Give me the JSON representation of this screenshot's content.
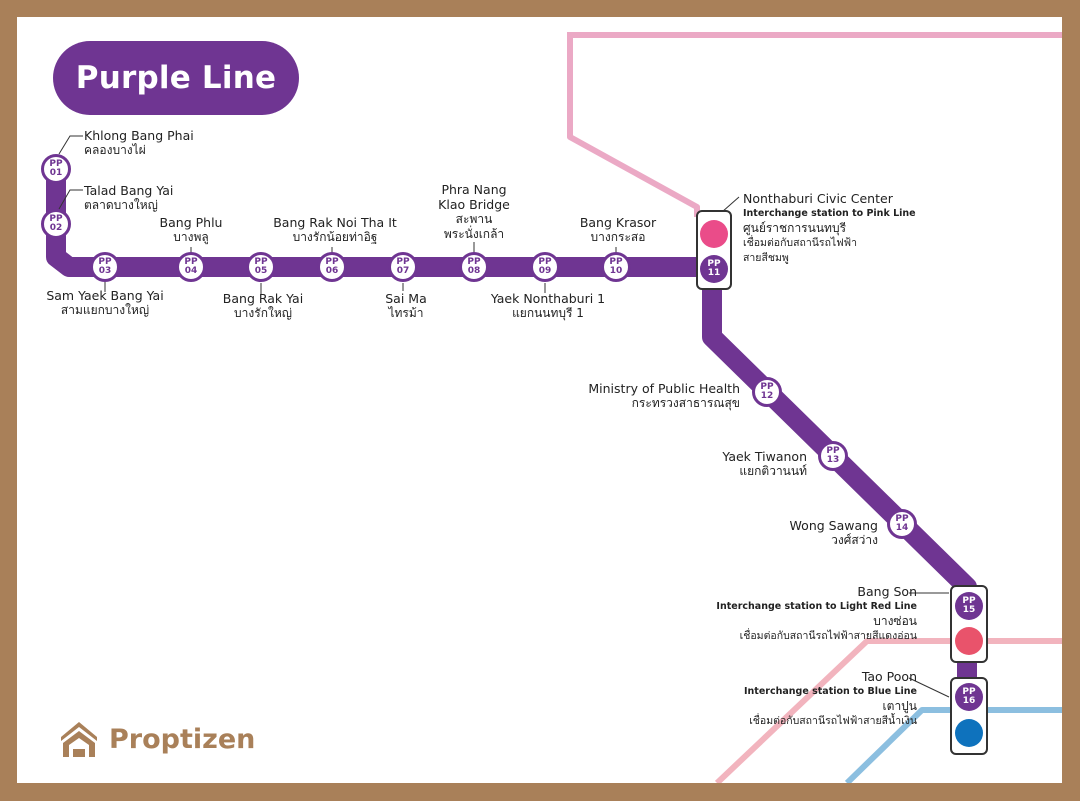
{
  "title": "Purple Line",
  "brand": {
    "name": "Proptizen"
  },
  "colors": {
    "purple": "#6f3592",
    "pink": "#eba9c5",
    "pink_dot": "#ea4c89",
    "light_red": "#ee9dab",
    "light_red_dot": "#e9536b",
    "blue": "#8cbfe0",
    "blue_dot": "#0e72bd",
    "frame": "#a98059"
  },
  "stations": [
    {
      "code": [
        "PP",
        "01"
      ],
      "en": "Khlong Bang Phai",
      "th": "คลองบางไผ่"
    },
    {
      "code": [
        "PP",
        "02"
      ],
      "en": "Talad Bang Yai",
      "th": "ตลาดบางใหญ่"
    },
    {
      "code": [
        "PP",
        "03"
      ],
      "en": "Sam Yaek Bang Yai",
      "th": "สามแยกบางใหญ่"
    },
    {
      "code": [
        "PP",
        "04"
      ],
      "en": "Bang Phlu",
      "th": "บางพลู"
    },
    {
      "code": [
        "PP",
        "05"
      ],
      "en": "Bang Rak Yai",
      "th": "บางรักใหญ่"
    },
    {
      "code": [
        "PP",
        "06"
      ],
      "en": "Bang Rak Noi Tha It",
      "th": "บางรักน้อยท่าอิฐ"
    },
    {
      "code": [
        "PP",
        "07"
      ],
      "en": "Sai Ma",
      "th": "ไทรม้า"
    },
    {
      "code": [
        "PP",
        "08"
      ],
      "en": [
        "Phra Nang",
        "Klao Bridge"
      ],
      "th": [
        "สะพาน",
        "พระนั่งเกล้า"
      ]
    },
    {
      "code": [
        "PP",
        "09"
      ],
      "en": "Yaek Nonthaburi 1",
      "th": "แยกนนทบุรี 1"
    },
    {
      "code": [
        "PP",
        "10"
      ],
      "en": "Bang Krasor",
      "th": "บางกระสอ"
    },
    {
      "code": [
        "PP",
        "11"
      ],
      "en": "Nonthaburi Civic Center",
      "interchange": "Interchange station to Pink Line",
      "th": "ศูนย์ราชการนนทบุรี",
      "th_interchange": [
        "เชื่อมต่อกับสถานีรถไฟฟ้า",
        "สายสีชมพู"
      ]
    },
    {
      "code": [
        "PP",
        "12"
      ],
      "en": "Ministry of Public Health",
      "th": "กระทรวงสาธารณสุข"
    },
    {
      "code": [
        "PP",
        "13"
      ],
      "en": "Yaek Tiwanon",
      "th": "แยกติวานนท์"
    },
    {
      "code": [
        "PP",
        "14"
      ],
      "en": "Wong Sawang",
      "th": "วงศ์สว่าง"
    },
    {
      "code": [
        "PP",
        "15"
      ],
      "en": "Bang Son",
      "interchange": "Interchange station to Light Red Line",
      "th": "บางซ่อน",
      "th_interchange": "เชื่อมต่อกับสถานีรถไฟฟ้าสายสีแดงอ่อน"
    },
    {
      "code": [
        "PP",
        "16"
      ],
      "en": "Tao Poon",
      "interchange": "Interchange station to Blue Line",
      "th": "เตาปูน",
      "th_interchange": "เชื่อมต่อกับสถานีรถไฟฟ้าสายสีน้ำเงิน"
    }
  ]
}
